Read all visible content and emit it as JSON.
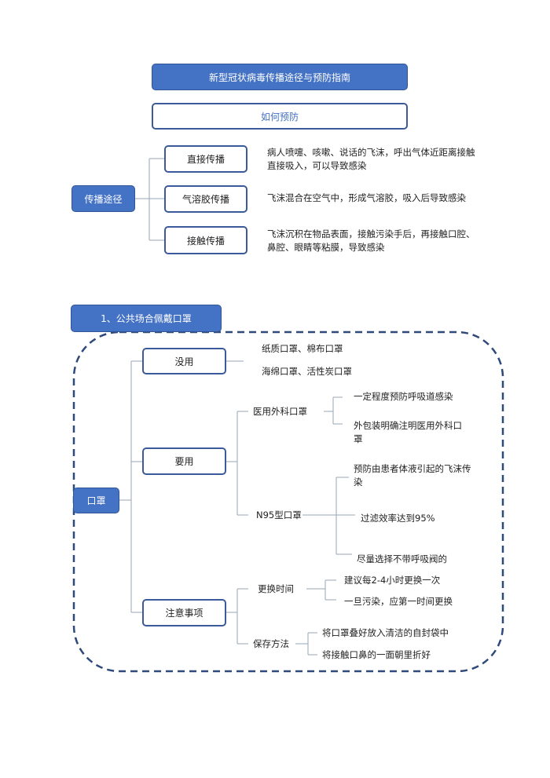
{
  "title": "新型冠状病毒传播途径与预防指南",
  "subtitle": "如何预防",
  "transmission": {
    "root": "传播途径",
    "branches": [
      {
        "label": "直接传播",
        "desc": "病人喷嚏、咳嗽、说话的飞沫，呼出气体近距离接触直接吸入，可以导致感染"
      },
      {
        "label": "气溶胶传播",
        "desc": "飞沫混合在空气中，形成气溶胶，吸入后导致感染"
      },
      {
        "label": "接触传播",
        "desc": "飞沫沉积在物品表面，接触污染手后，再接触口腔、鼻腔、眼睛等粘膜，导致感染"
      }
    ]
  },
  "section1": {
    "header": "1、公共场合佩戴口罩",
    "root": "口罩",
    "useless": {
      "label": "没用",
      "items": [
        "纸质口罩、棉布口罩",
        "海绵口罩、活性炭口罩"
      ]
    },
    "useful": {
      "label": "要用",
      "surgical": {
        "label": "医用外科口罩",
        "items": [
          "一定程度预防呼吸道感染",
          "外包装明确注明医用外科口罩"
        ]
      },
      "n95": {
        "label": "N95型口罩",
        "items": [
          "预防由患者体液引起的飞沫传染",
          "过滤效率达到95%",
          "尽量选择不带呼吸阀的"
        ]
      }
    },
    "notes": {
      "label": "注意事项",
      "replace": {
        "label": "更换时间",
        "items": [
          "建议每2-4小时更换一次",
          "一旦污染，应第一时间更换"
        ]
      },
      "storage": {
        "label": "保存方法",
        "items": [
          "将口罩叠好放入清洁的自封袋中",
          "将接触口鼻的一面朝里折好"
        ]
      }
    }
  }
}
